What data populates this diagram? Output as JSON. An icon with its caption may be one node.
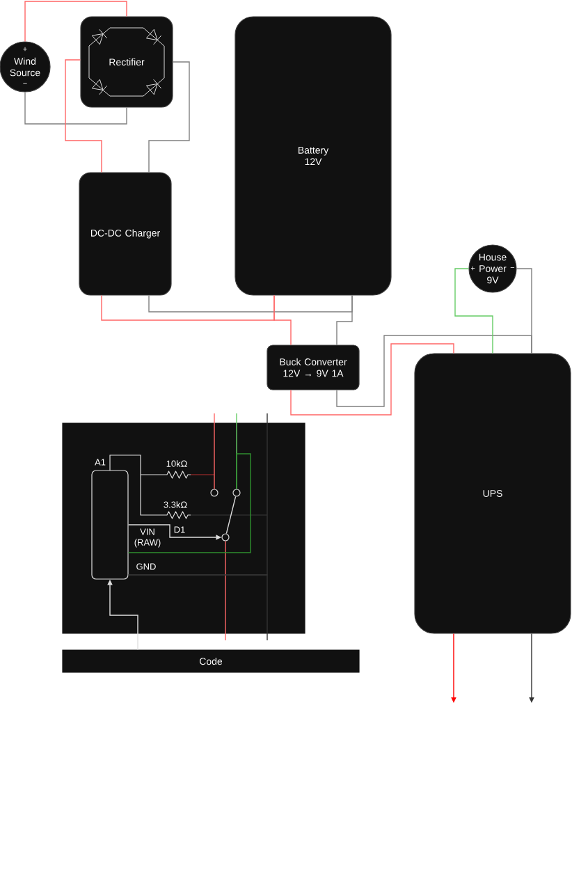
{
  "diagram": {
    "nodes": [
      {
        "text": [
          "+",
          "Wind Source",
          "−"
        ]
      },
      {
        "text": [
          "Rectifier"
        ]
      },
      {
        "text": [
          "Battery 12V"
        ]
      },
      {
        "text": [
          "DC-DC Charger"
        ]
      },
      {
        "text": [
          "+",
          "House Power 9V",
          "−"
        ]
      },
      {
        "text": [
          "Buck Converter 12V → 9V 1A"
        ]
      },
      {
        "text": [
          "UPS"
        ]
      },
      {
        "text": [],
        "shape": "box"
      },
      {
        "text": [],
        "shape": "box",
        "in": 7,
        "beside": [
          "A1",
          "VIN (RAW)",
          "GND"
        ]
      },
      {
        "text": [],
        "shape": "circle",
        "in": 7
      },
      {
        "text": [],
        "shape": "circle",
        "in": 7
      },
      {
        "text": [],
        "shape": "circle",
        "in": 7
      },
      {
        "text": [
          "Code"
        ]
      }
    ],
    "edges": [
      {
        "from": 0,
        "to": 1,
        "arrow": "none",
        "color": "#ff6666"
      },
      {
        "from": 0,
        "to": 1,
        "arrow": "none",
        "color": "#808080"
      },
      {
        "from": 1,
        "to": 3,
        "arrow": "none",
        "color": "#ff6666"
      },
      {
        "from": 1,
        "to": 3,
        "arrow": "none",
        "color": "#808080"
      },
      {
        "from": 3,
        "to": 2,
        "arrow": "none",
        "color": "#ff6666"
      },
      {
        "from": 3,
        "to": 2,
        "arrow": "none",
        "color": "#808080"
      },
      {
        "from": 2,
        "to": 5,
        "arrow": "none",
        "color": "#ff6666"
      },
      {
        "from": 2,
        "to": 5,
        "arrow": "none",
        "color": "#808080"
      },
      {
        "from": 5,
        "to": 6,
        "arrow": "none",
        "color": "#ff6666"
      },
      {
        "from": 5,
        "to": 6,
        "arrow": "none",
        "color": "#808080"
      },
      {
        "from": 4,
        "to": 6,
        "arrow": "none",
        "color": "#66cc66"
      },
      {
        "from": 4,
        "to": 6,
        "arrow": "none",
        "color": "#808080"
      },
      {
        "from": 6,
        "to": null,
        "arrow": "to",
        "color": "#ff0000"
      },
      {
        "from": 6,
        "to": null,
        "arrow": "to",
        "color": "#333333"
      },
      {
        "from": null,
        "to": 9,
        "arrow": "none",
        "color": "#ff6666"
      },
      {
        "from": null,
        "to": 10,
        "arrow": "none",
        "color": "#66cc66"
      },
      {
        "from": null,
        "to": 8,
        "arrow": "none",
        "color": "#333333"
      },
      {
        "from": 11,
        "to": null,
        "arrow": "none",
        "color": "#ff6666"
      },
      {
        "from": 8,
        "to": null,
        "arrow": "none",
        "color": "#333333"
      },
      {
        "from": 12,
        "to": 8,
        "arrow": "to",
        "color": "#e0e0e0"
      },
      {
        "from": 8,
        "to": 11,
        "arrow": "to",
        "color": "#dddddd"
      },
      {
        "from": 8,
        "to": 10,
        "arrow": "none",
        "color": "#2f8f2f"
      },
      {
        "from": 11,
        "to": 10,
        "arrow": "none",
        "color": "#dddddd"
      }
    ],
    "labels": [
      "10kΩ",
      "3.3kΩ",
      "D1"
    ]
  }
}
